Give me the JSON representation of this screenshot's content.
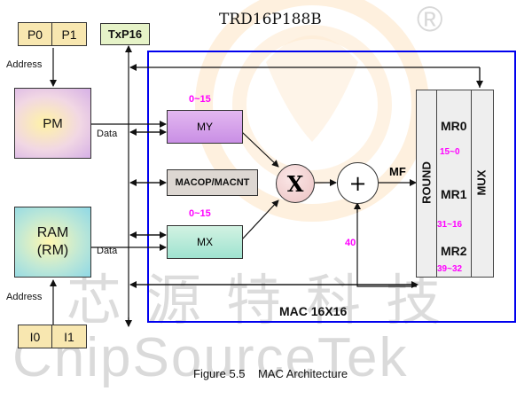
{
  "title": "TRD16P188B",
  "registered_mark": "®",
  "watermark": {
    "chinese": "芯源特科技",
    "english": "ChipSourceTek"
  },
  "ports": {
    "p0": "P0",
    "p1": "P1",
    "txp16": "TxP16",
    "i0": "I0",
    "i1": "I1"
  },
  "blocks": {
    "pm": "PM",
    "ram_line1": "RAM",
    "ram_line2": "(RM)",
    "my": "MY",
    "mx": "MX",
    "macop": "MACOP/MACNT",
    "multiplier": "X",
    "adder": "+",
    "round": "ROUND",
    "mux": "MUX",
    "mr0": "MR0",
    "mr1": "MR1",
    "mr2": "MR2"
  },
  "labels": {
    "address_top": "Address",
    "address_bottom": "Address",
    "data_pm": "Data",
    "data_ram": "Data",
    "mf": "MF",
    "width_40": "40",
    "my_range": "0~15",
    "mx_range": "0~15",
    "mr0_bits": "15~0",
    "mr1_bits": "31~16",
    "mr2_bits": "39~32",
    "mac_name": "MAC 16X16"
  },
  "caption": "Figure 5.5    MAC Architecture",
  "colors": {
    "mac_border": "#0000ee",
    "bit_range": "#ff00ff",
    "watermark": "#d9d9d9"
  }
}
